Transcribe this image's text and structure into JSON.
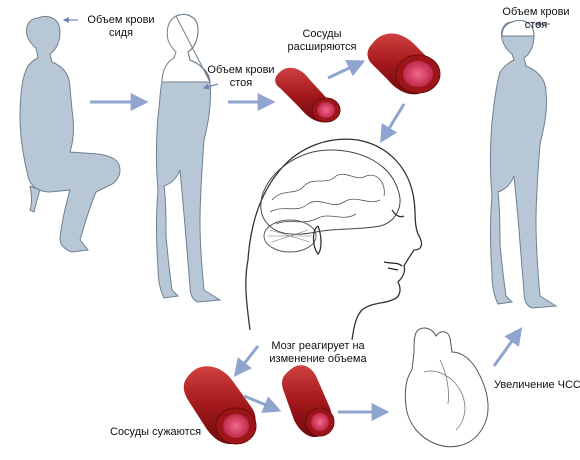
{
  "labels": {
    "sitting_volume": "Объем крови\nсидя",
    "standing_volume": "Объем крови\nстоя",
    "vessels_dilate": "Сосуды\nрасширяются",
    "brain_reacts": "Мозг реагирует на\nизменение объема",
    "vessels_constrict": "Сосуды сужаются",
    "heart_rate_increase": "Увеличение ЧСС",
    "final_standing_volume": "Объем крови\nстоя"
  },
  "colors": {
    "body_fill": "#b7c7d6",
    "body_outline": "#6f8090",
    "arrow": "#8fa4cf",
    "vessel_outer": "#a3181a",
    "vessel_inner": "#e0476a",
    "line_art": "#333333"
  },
  "icons": [
    "sitting-person-icon",
    "standing-person-icon",
    "blood-vessel-icon",
    "brain-head-icon",
    "heart-icon"
  ]
}
